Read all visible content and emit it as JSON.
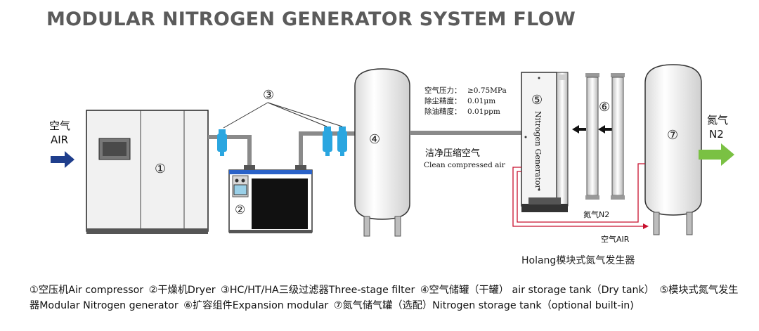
{
  "title": "MODULAR NITROGEN GENERATOR SYSTEM FLOW",
  "inlet": {
    "cn": "空气",
    "en": "AIR"
  },
  "outlet": {
    "cn": "氮气",
    "en": "N2"
  },
  "components": {
    "c1": "①",
    "c2": "②",
    "c3": "③",
    "c4": "④",
    "c5": "⑤",
    "c6": "⑥",
    "c7": "⑦"
  },
  "specs": [
    {
      "label": "空气压力：",
      "value": "≥0.75MPa"
    },
    {
      "label": "除尘精度：",
      "value": "0.01μm"
    },
    {
      "label": "除油精度：",
      "value": "0.01ppm"
    }
  ],
  "clean_air": {
    "cn": "洁净压缩空气",
    "en": "Clean compressed air"
  },
  "generator_vertical_text": "Nitrogen Generator",
  "n2_line_label": "氮气N2",
  "air_line_label": "空气AIR",
  "brand": "Holang模块式氮气发生器",
  "caption": [
    "①空压机Air compressor",
    "②干燥机Dryer",
    "③HC/HT/HA三级过滤器Three-stage filter",
    "④空气储罐（干罐） air storage tank（Dry tank）",
    "⑤模块式氮气发生器Modular Nitrogen generator",
    "⑥扩容组件Expansion modular",
    "⑦氮气储气罐（选配）Nitrogen storage tank（optional built-in)"
  ],
  "colors": {
    "air_arrow": "#1f3e8c",
    "n2_arrow": "#7ac143",
    "line_red": "#c8102e",
    "pipe": "#8a8a8a",
    "filter_blue": "#2aa6e0"
  }
}
